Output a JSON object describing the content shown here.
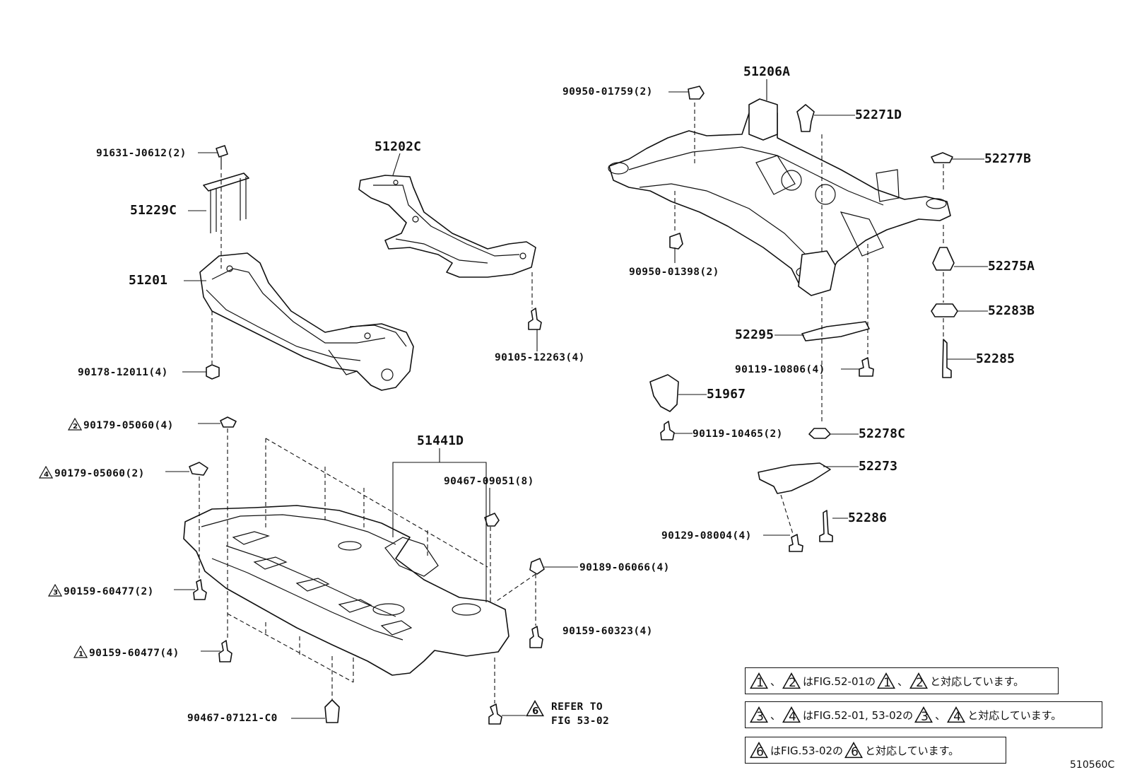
{
  "parts": {
    "p51206A": "51206A",
    "p52271D": "52271D",
    "p52277B": "52277B",
    "p52275A": "52275A",
    "p52283B": "52283B",
    "p52285": "52285",
    "p52295": "52295",
    "p51967": "51967",
    "p52278C": "52278C",
    "p52273": "52273",
    "p52286": "52286",
    "p51202C": "51202C",
    "p51229C": "51229C",
    "p51201": "51201",
    "p51441D": "51441D",
    "b90950_01759": "90950-01759(2)",
    "b90950_01398": "90950-01398(2)",
    "b90119_10806": "90119-10806(4)",
    "b90119_10465": "90119-10465(2)",
    "b90129_08004": "90129-08004(4)",
    "b91631_J0612": "91631-J0612(2)",
    "b90105_12263": "90105-12263(4)",
    "b90178_12011": "90178-12011(4)",
    "b90179_05060_4": "90179-05060(4)",
    "b90179_05060_2": "90179-05060(2)",
    "b90467_09051": "90467-09051(8)",
    "b90189_06066": "90189-06066(4)",
    "b90159_60477_2": "90159-60477(2)",
    "b90159_60323": "90159-60323(4)",
    "b90159_60477_4": "90159-60477(4)",
    "b90467_07121": "90467-07121-C0",
    "refer_line1": "REFER TO",
    "refer_line2": "FIG 53-02"
  },
  "marks": {
    "m1": "1",
    "m2": "2",
    "m3": "3",
    "m4": "4",
    "m6": "6"
  },
  "notes": {
    "n1_sep": "、",
    "n1_text": "はFIG.52-01の",
    "n1_end": "と対応しています。",
    "n2_sep": "、",
    "n2_text": "はFIG.52-01, 53-02の",
    "n2_end": "と対応しています。",
    "n3_text": "はFIG.53-02の",
    "n3_end": "と対応しています。"
  },
  "figure_ref": "510560C"
}
